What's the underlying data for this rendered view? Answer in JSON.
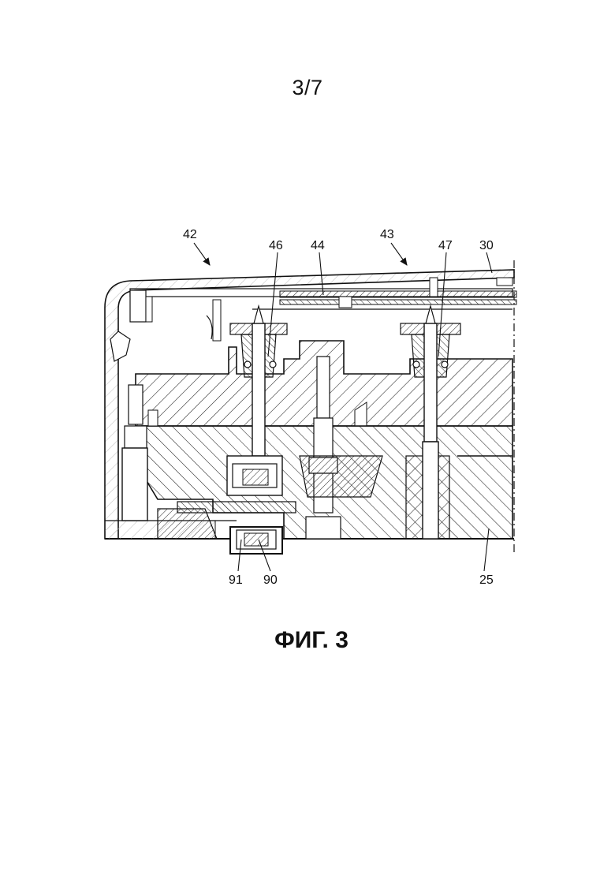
{
  "page": {
    "number": "3/7"
  },
  "figure": {
    "caption": "ФИГ. 3",
    "labels": {
      "l42": "42",
      "l46": "46",
      "l44": "44",
      "l43": "43",
      "l47": "47",
      "l30": "30",
      "l91": "91",
      "l90": "90",
      "l25": "25"
    }
  }
}
